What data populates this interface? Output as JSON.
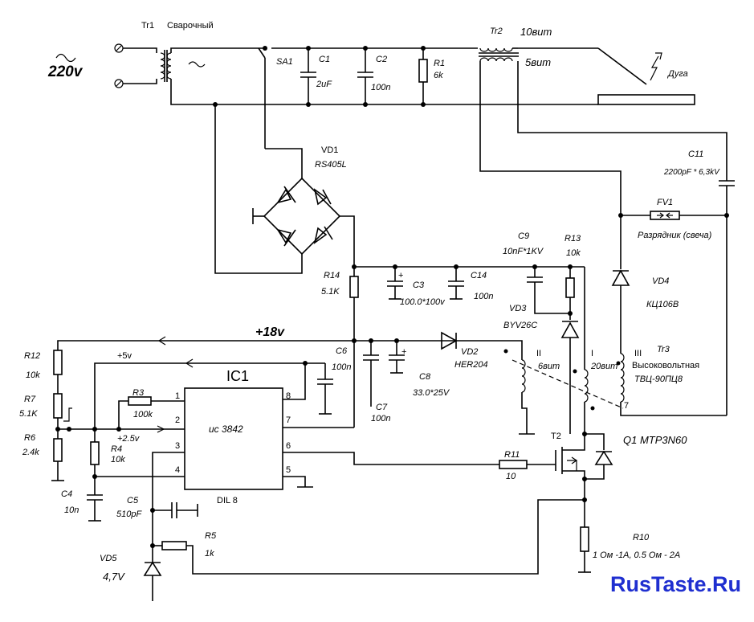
{
  "labels": {
    "mains_voltage": "220v",
    "tr1": "Tr1",
    "tr1_name": "Сварочный",
    "sa1": "SA1",
    "c1": "C1",
    "c1_val": "2uF",
    "c2": "C2",
    "c2_val": "100n",
    "r1": "R1",
    "r1_val": "6k",
    "tr2": "Tr2",
    "tr2_w1": "10вит",
    "tr2_w2": "5вит",
    "arc": "Дуга",
    "vd1": "VD1",
    "vd1_val": "RS405L",
    "c11": "C11",
    "c11_val": "2200pF * 6,3kV",
    "fv1": "FV1",
    "fv1_val": "Разрядник (свеча)",
    "c9": "C9",
    "c9_val": "10nF*1KV",
    "r13": "R13",
    "r13_val": "10k",
    "r14": "R14",
    "r14_val": "5.1K",
    "c3": "C3",
    "c3_val": "100.0*100v",
    "c14": "C14",
    "c14_val": "100n",
    "vd3": "VD3",
    "vd3_val": "BYV26C",
    "vd4": "VD4",
    "vd4_val": "КЦ106В",
    "v18": "+18v",
    "v5": "+5v",
    "v25": "+2.5v",
    "r12": "R12",
    "r12_val": "10k",
    "r7": "R7",
    "r7_val": "5.1K",
    "r6": "R6",
    "r6_val": "2.4k",
    "c4": "C4",
    "c4_val": "10n",
    "ic1": "IC1",
    "ic1_part": "uc 3842",
    "ic1_pkg": "DIL 8",
    "pin1": "1",
    "pin2": "2",
    "pin3": "3",
    "pin4": "4",
    "pin5": "5",
    "pin6": "6",
    "pin7": "7",
    "pin8": "8",
    "r3": "R3",
    "r3_val": "100k",
    "r4": "R4",
    "r4_val": "10k",
    "c5": "C5",
    "c5_val": "510pF",
    "vd5": "VD5",
    "vd5_val": "4,7V",
    "r5": "R5",
    "r5_val": "1k",
    "c6": "C6",
    "c6_val": "100n",
    "c7": "C7",
    "c7_val": "100n",
    "c8": "C8",
    "c8_val": "33.0*25V",
    "vd2": "VD2",
    "vd2_val": "HER204",
    "tr3": "Tr3",
    "tr3_name": "Высоковольтная",
    "tr3_part": "ТВЦ-90ПЦ8",
    "wind_II": "II",
    "wind_I": "I",
    "wind_III": "III",
    "wind_6": "6вит",
    "wind_20": "20вит",
    "wind_7": "7",
    "t2": "T2",
    "q1": "Q1 MTP3N60",
    "r11": "R11",
    "r11_val": "10",
    "r10": "R10",
    "r10_val": "1 Ом -1А, 0.5 Ом - 2А",
    "plus": "+",
    "watermark": "RusTaste.Ru"
  },
  "colors": {
    "ink": "#000000",
    "watermark": "#1f2fd0",
    "background": "#ffffff"
  }
}
